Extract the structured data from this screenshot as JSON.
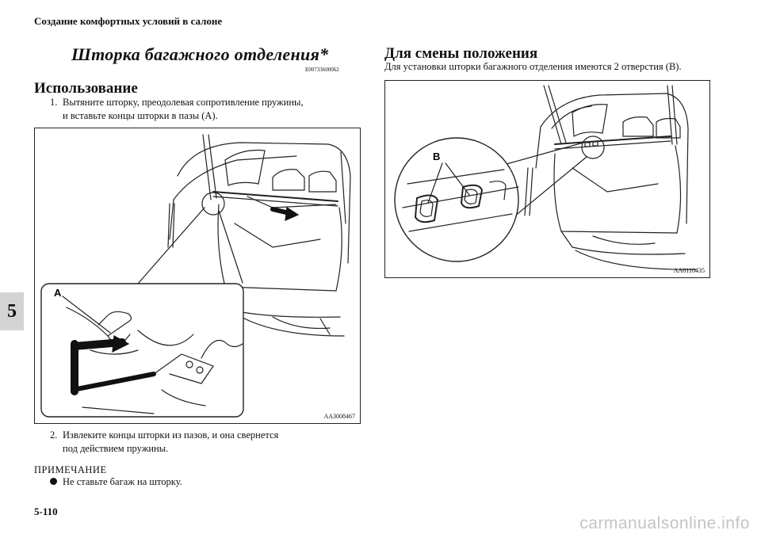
{
  "header": {
    "title": "Создание комфортных условий в салоне"
  },
  "chapter_tab": "5",
  "section": {
    "title": "Шторка багажного отделения*",
    "code": "E00733600062"
  },
  "usage": {
    "heading": "Использование",
    "steps": [
      {
        "num": "1.",
        "line1": "Вытяните шторку, преодолевая сопротивление пружины,",
        "line2": "и вставьте концы шторки в пазы (A)."
      },
      {
        "num": "2.",
        "line1": "Извлеките концы шторки из пазов, и она свернется",
        "line2": "под действием пружины."
      }
    ],
    "figure": {
      "code": "AA3008467",
      "callout_label": "A"
    }
  },
  "note": {
    "label": "ПРИМЕЧАНИЕ",
    "items": [
      "Не ставьте багаж на шторку."
    ]
  },
  "position": {
    "heading": "Для смены положения",
    "text": "Для установки шторки багажного отделения имеются 2 отверстия (B).",
    "figure": {
      "code": "AA0110435",
      "callout_label": "B"
    }
  },
  "footer": {
    "page_number": "5-110",
    "watermark": "carmanualsonline.info"
  }
}
